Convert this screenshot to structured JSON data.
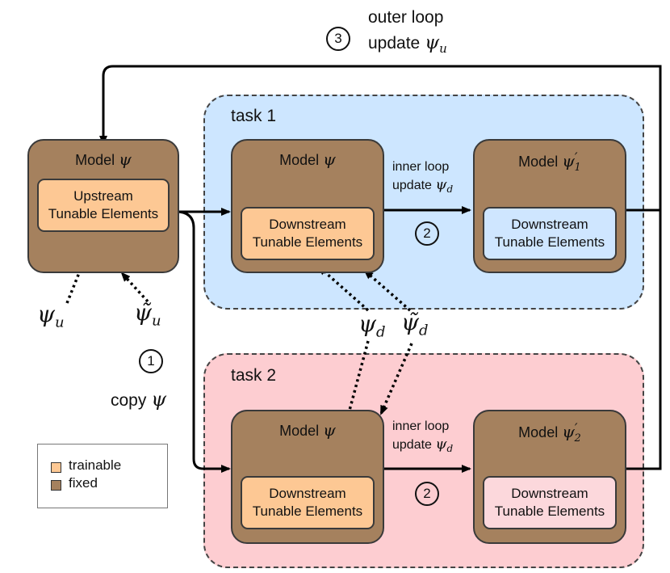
{
  "colors": {
    "trainable": "#fdc894",
    "fixed": "#a5815e",
    "task1_bg": "#cde6ff",
    "task2_bg": "#fdcdd1",
    "frozen_inner_task1": "#cfe6ff",
    "frozen_inner_task2": "#fcd8dc"
  },
  "outer_loop": {
    "step": "3",
    "line1": "outer loop",
    "line2_text": "update",
    "line2_symbol": "ψ",
    "line2_sub": "u"
  },
  "base_model": {
    "title_text": "Model",
    "title_symbol": "ψ",
    "inner_line1": "Upstream",
    "inner_line2": "Tunable Elements"
  },
  "symbols": {
    "psi": "ψ",
    "psi_tilde": "ψ̃",
    "sub_u": "u",
    "sub_d": "d",
    "sub_1": "1",
    "sub_2": "2",
    "prime": "′"
  },
  "copy": {
    "step": "1",
    "text": "copy",
    "symbol": "ψ"
  },
  "task1": {
    "label": "task 1",
    "model_a": {
      "title_text": "Model",
      "title_symbol": "ψ",
      "inner_line1": "Downstream",
      "inner_line2": "Tunable Elements"
    },
    "inner_loop": {
      "line1": "inner loop",
      "line2_text": "update",
      "line2_symbol": "ψ",
      "line2_sub": "d",
      "step": "2"
    },
    "model_b": {
      "title_text": "Model",
      "title_symbol": "ψ",
      "title_sub": "1",
      "inner_line1": "Downstream",
      "inner_line2": "Tunable Elements"
    }
  },
  "task2": {
    "label": "task 2",
    "model_a": {
      "title_text": "Model",
      "title_symbol": "ψ",
      "inner_line1": "Downstream",
      "inner_line2": "Tunable Elements"
    },
    "inner_loop": {
      "line1": "inner loop",
      "line2_text": "update",
      "line2_symbol": "ψ",
      "line2_sub": "d",
      "step": "2"
    },
    "model_b": {
      "title_text": "Model",
      "title_symbol": "ψ",
      "title_sub": "2",
      "inner_line1": "Downstream",
      "inner_line2": "Tunable Elements"
    }
  },
  "legend": {
    "trainable": "trainable",
    "fixed": "fixed"
  }
}
